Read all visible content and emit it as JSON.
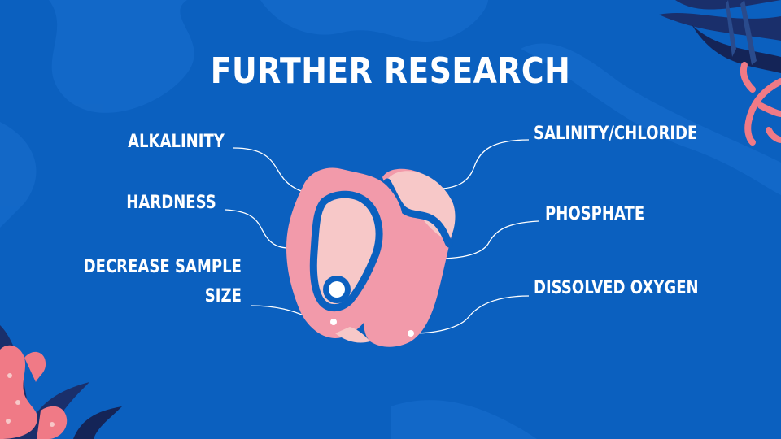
{
  "title": "FURTHER RESEARCH",
  "labels": {
    "alkalinity": "ALKALINITY",
    "hardness": "HARDNESS",
    "decrease_sample_line1": "DECREASE SAMPLE",
    "decrease_sample_line2": "SIZE",
    "salinity": "SALINITY/CHLORIDE",
    "phosphate": "PHOSPHATE",
    "dissolved_oxygen": "DISSOLVED OXYGEN"
  },
  "colors": {
    "background": "#0b60bf",
    "background_pattern": "#1a6fcf",
    "text": "#ffffff",
    "shell_pink": "#f29aaa",
    "shell_light": "#f7c8c8",
    "shell_outline": "#0b60bf",
    "coral": "#f07a86",
    "seaweed_dark": "#1a2f6b"
  },
  "icons": [
    "oyster-shell-icon",
    "coral-icon",
    "seaweed-icon"
  ]
}
